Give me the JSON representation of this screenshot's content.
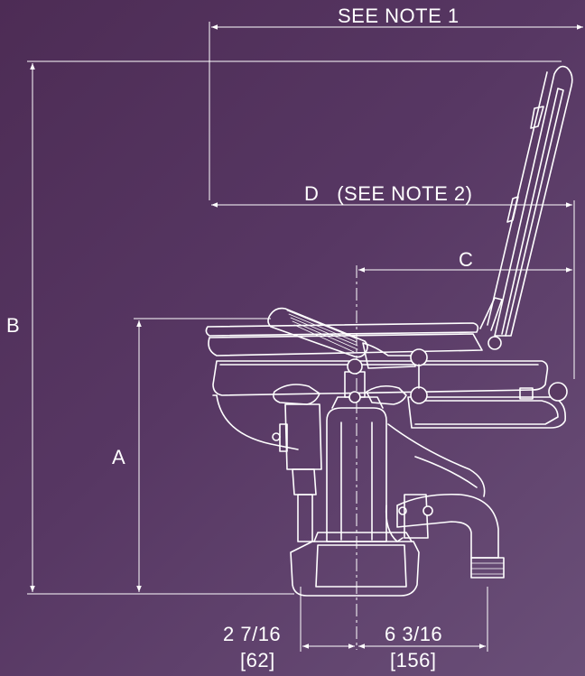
{
  "labels": {
    "top_note": "SEE NOTE 1",
    "dim_b": "B",
    "dim_a": "A",
    "dim_d": "D   (SEE NOTE 2)",
    "dim_c": "C",
    "left_frac": "2 7/16",
    "left_mm": "[62]",
    "right_frac": "6 3/16",
    "right_mm": "[156]"
  },
  "colors": {
    "background_start": "#4d2c55",
    "background_end": "#6a4f78",
    "line": "#ffffff"
  }
}
